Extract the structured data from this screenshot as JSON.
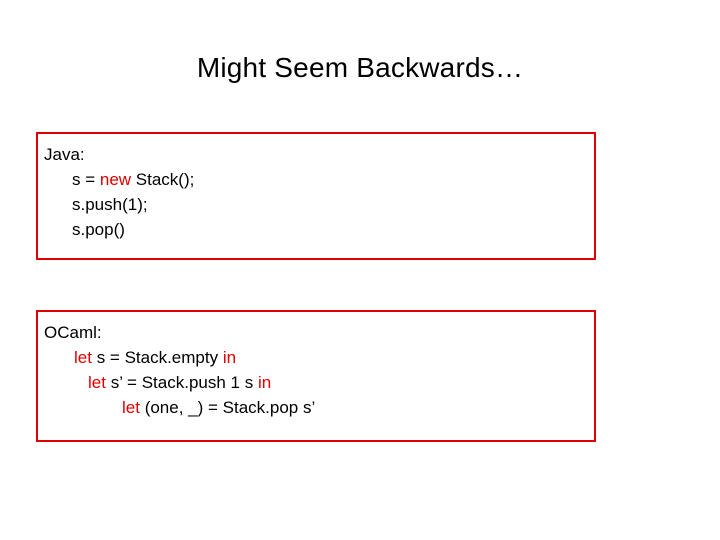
{
  "slide": {
    "title": "Might Seem Backwards…",
    "java_block": {
      "label": "Java:",
      "lines": [
        {
          "pre": "s = ",
          "kw": "new",
          "post": " Stack();",
          "indent": "ind1"
        },
        {
          "pre": "s.push(1);",
          "kw": "",
          "post": "",
          "indent": "ind1"
        },
        {
          "pre": "s.pop()",
          "kw": "",
          "post": "",
          "indent": "ind1"
        }
      ]
    },
    "ocaml_block": {
      "label": "OCaml:",
      "lines": [
        {
          "pre": "",
          "kw": "let",
          "mid": " s = Stack.empty ",
          "kw2": "in",
          "post": "",
          "indent": "ind2"
        },
        {
          "pre": "",
          "kw": "let",
          "mid": " s’ = Stack.push 1 s ",
          "kw2": "in",
          "post": "",
          "indent": "ind3"
        },
        {
          "pre": "",
          "kw": "let",
          "mid": " (one, _) = Stack.pop s’",
          "kw2": "",
          "post": "",
          "indent": "ind4"
        }
      ]
    },
    "colors": {
      "box_border": "#e00000",
      "keyword": "#e00000",
      "text": "#000000",
      "background": "#ffffff"
    }
  }
}
